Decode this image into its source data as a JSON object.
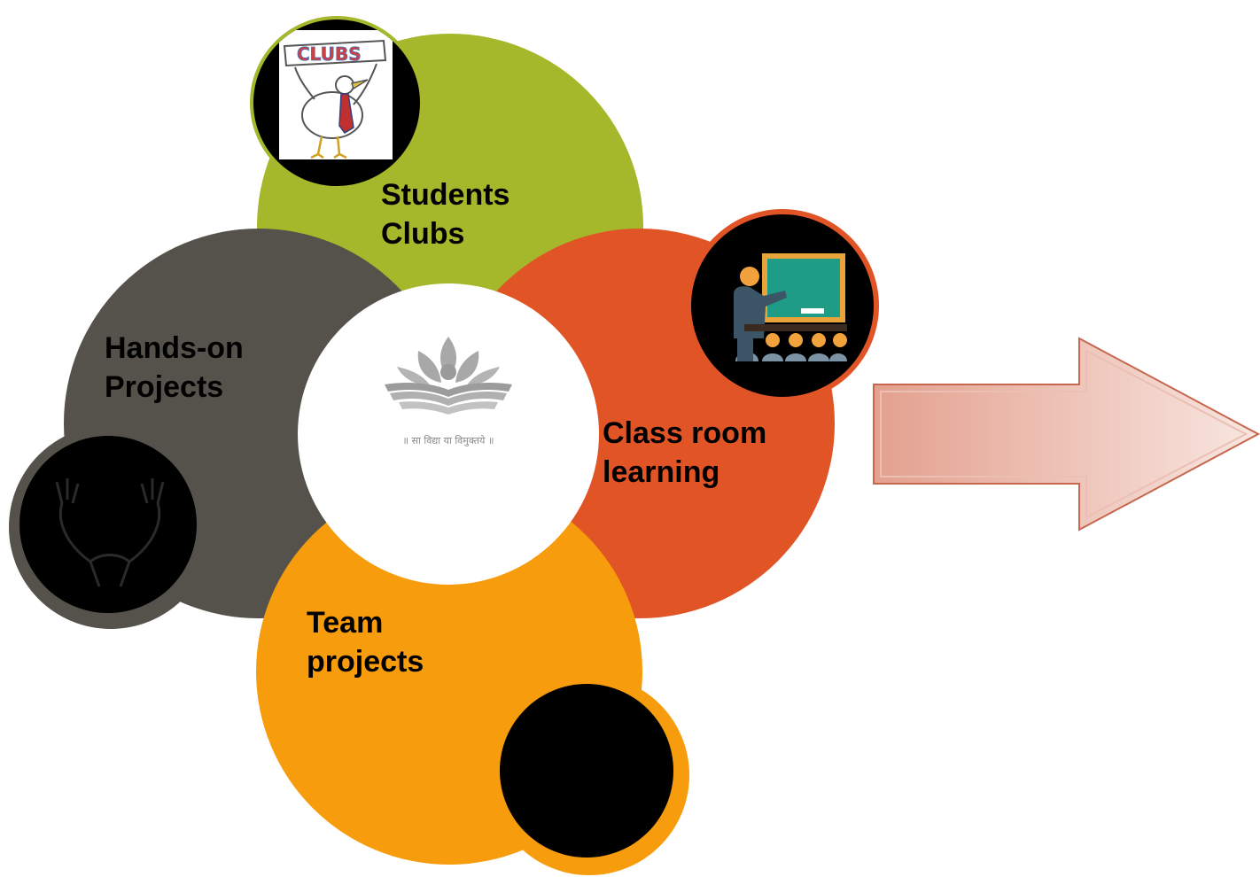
{
  "colors": {
    "green": "#A5B82B",
    "gray": "#54524A",
    "orange_red": "#E05426",
    "orange": "#F79C0C",
    "center": "#FFFFFF",
    "icon_bg": "#000000",
    "arrow_fill_start": "#E3A08E",
    "arrow_fill_end": "#F8E6E1",
    "arrow_stroke": "#C6674E"
  },
  "segments": {
    "students_clubs": {
      "label": "Students\nClubs",
      "icon": "clubs-bird-drawing"
    },
    "hands_on": {
      "label": "Hands-on\nProjects",
      "icon": "raised-hands-icon"
    },
    "classroom": {
      "label": "Class room\nlearning",
      "icon": "teacher-classroom-icon"
    },
    "team": {
      "label": "Team\nprojects",
      "icon": "team-icon"
    }
  },
  "center_logo": {
    "motto": "॥ सा विद्या या विमुक्तये ॥",
    "icon": "lotus-book-logo"
  },
  "clubs_banner_text": "CLUBS",
  "arrow": {
    "icon": "right-arrow",
    "direction": "right"
  }
}
